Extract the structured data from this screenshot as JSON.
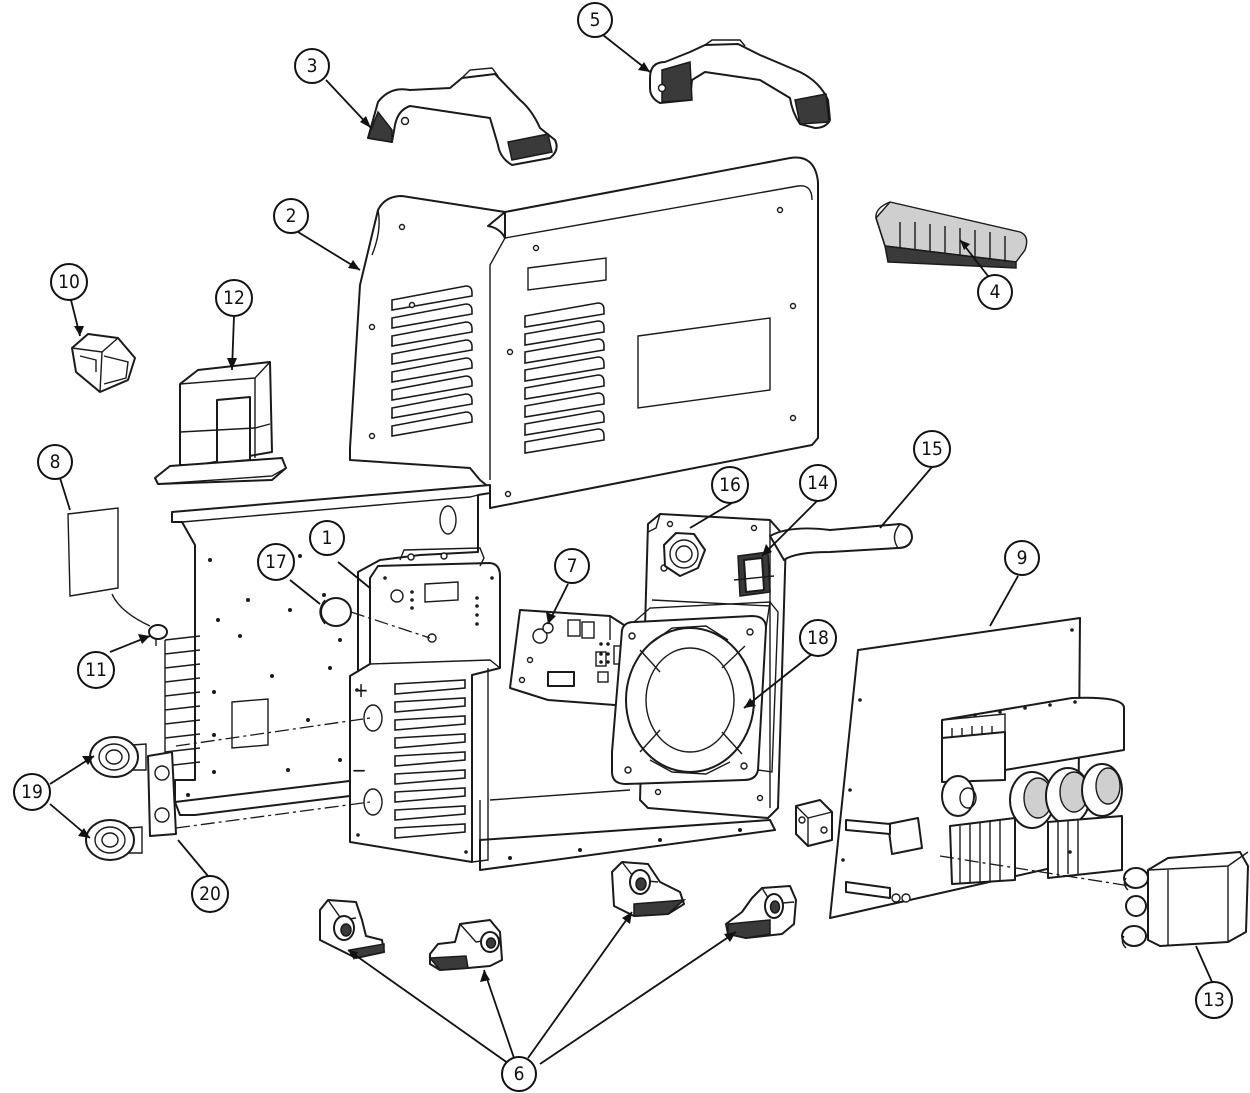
{
  "diagram": {
    "callouts": [
      {
        "id": "c1",
        "label": "1"
      },
      {
        "id": "c2",
        "label": "2"
      },
      {
        "id": "c3",
        "label": "3"
      },
      {
        "id": "c4",
        "label": "4"
      },
      {
        "id": "c5",
        "label": "5"
      },
      {
        "id": "c6",
        "label": "6"
      },
      {
        "id": "c7",
        "label": "7"
      },
      {
        "id": "c8",
        "label": "8"
      },
      {
        "id": "c9",
        "label": "9"
      },
      {
        "id": "c10",
        "label": "10"
      },
      {
        "id": "c11",
        "label": "11"
      },
      {
        "id": "c12",
        "label": "12"
      },
      {
        "id": "c13",
        "label": "13"
      },
      {
        "id": "c14",
        "label": "14"
      },
      {
        "id": "c15",
        "label": "15"
      },
      {
        "id": "c16",
        "label": "16"
      },
      {
        "id": "c17",
        "label": "17"
      },
      {
        "id": "c18",
        "label": "18"
      },
      {
        "id": "c19",
        "label": "19"
      },
      {
        "id": "c20",
        "label": "20"
      }
    ],
    "panel_symbols": {
      "plus": "+",
      "minus": "−"
    },
    "colors": {
      "line": "#1a1a1a",
      "background": "#ffffff",
      "dark_fill": "#3a3a3a"
    }
  }
}
